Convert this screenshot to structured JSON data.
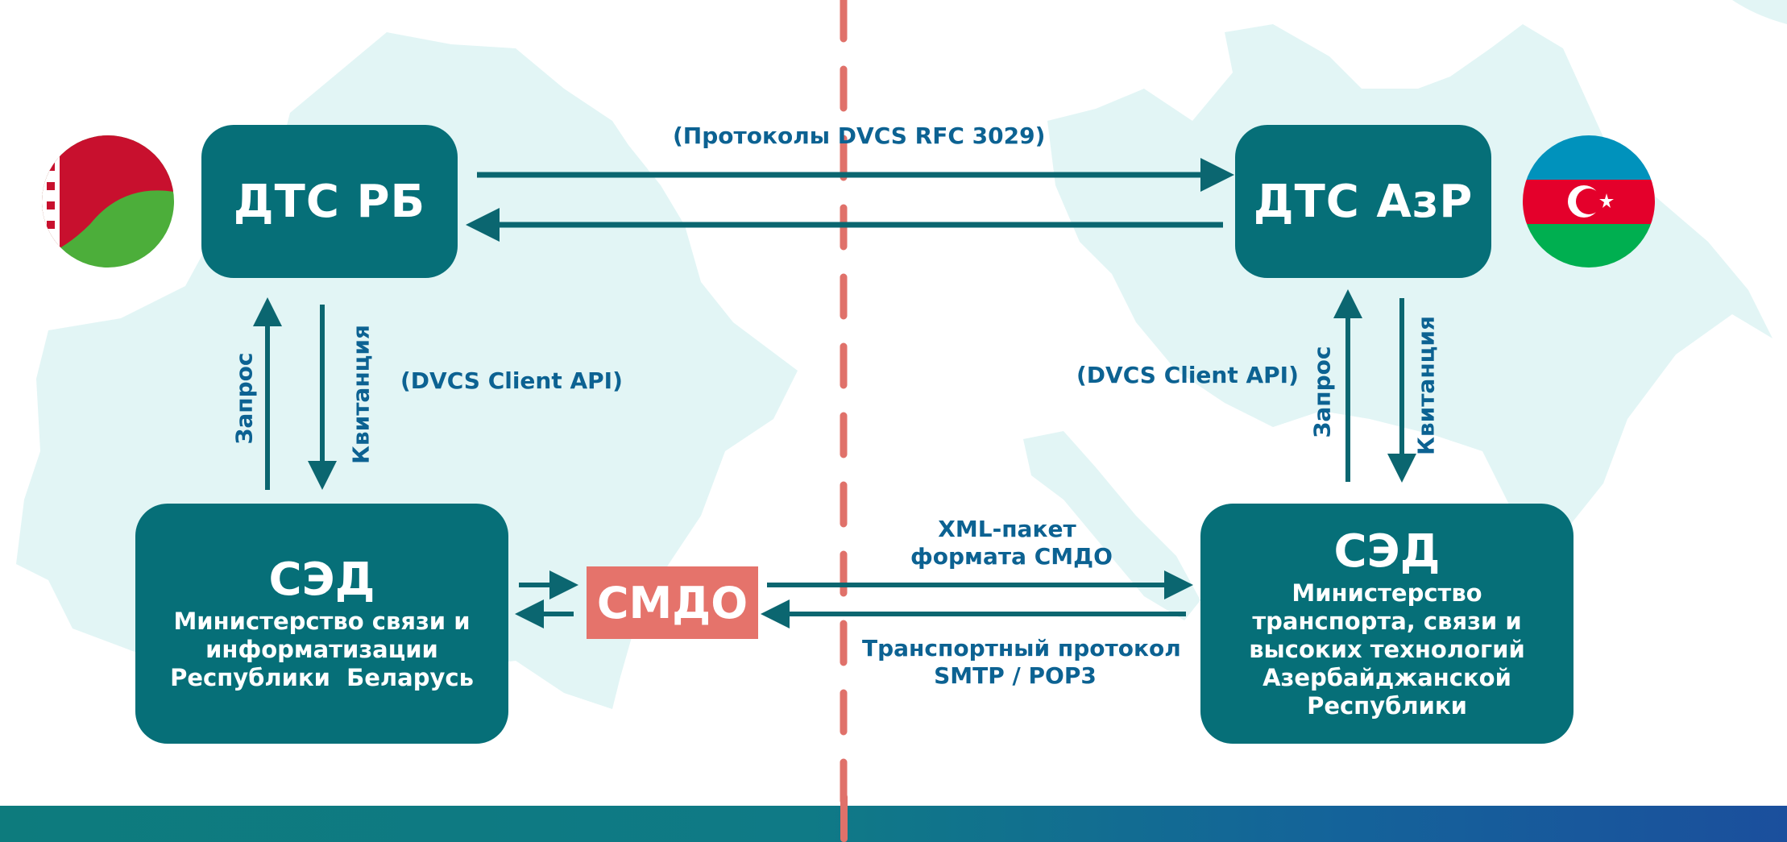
{
  "colors": {
    "box": "#066f78",
    "arrow": "#0b6670",
    "label": "#0c6292",
    "divider": "#e0716a",
    "smdo": "#e5736b",
    "map": "#e2f5f5"
  },
  "nodes": {
    "dts_rb": "ДТС РБ",
    "dts_azr": "ДТС АзР",
    "sed_left": {
      "title": "СЭД",
      "lines": [
        "Министерство связи и",
        "информатизации",
        "Республики  Беларусь"
      ]
    },
    "sed_right": {
      "title": "СЭД",
      "lines": [
        "Министерство",
        "транспорта, связи и",
        "высоких технологий",
        "Азербайджанской",
        "Республики"
      ]
    },
    "smdo": "СМДО"
  },
  "labels": {
    "protocols": "(Протоколы DVCS RFC 3029)",
    "client_api_left": "(DVCS Client API)",
    "client_api_right": "(DVCS Client API)",
    "request_left": "Запрос",
    "receipt_left": "Квитанция",
    "request_right": "Запрос",
    "receipt_right": "Квитанция",
    "xml_packet": [
      "XML-пакет",
      "формата СМДО"
    ],
    "transport": [
      "Транспортный протокол",
      "SMTP / POP3"
    ]
  },
  "flags": {
    "left": "belarus-flag",
    "right": "azerbaijan-flag"
  }
}
